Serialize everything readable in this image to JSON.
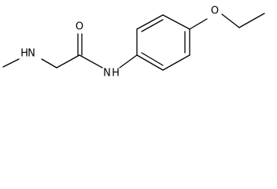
{
  "molecule": {
    "atoms": {
      "amine_nh": "H",
      "amine_n": "N",
      "carbonyl_o": "O",
      "amide_n": "N",
      "amide_h": "H",
      "ether_o": "O"
    }
  },
  "colors": {
    "bond": "#000000",
    "label": "#000000",
    "background": "#ffffff"
  }
}
